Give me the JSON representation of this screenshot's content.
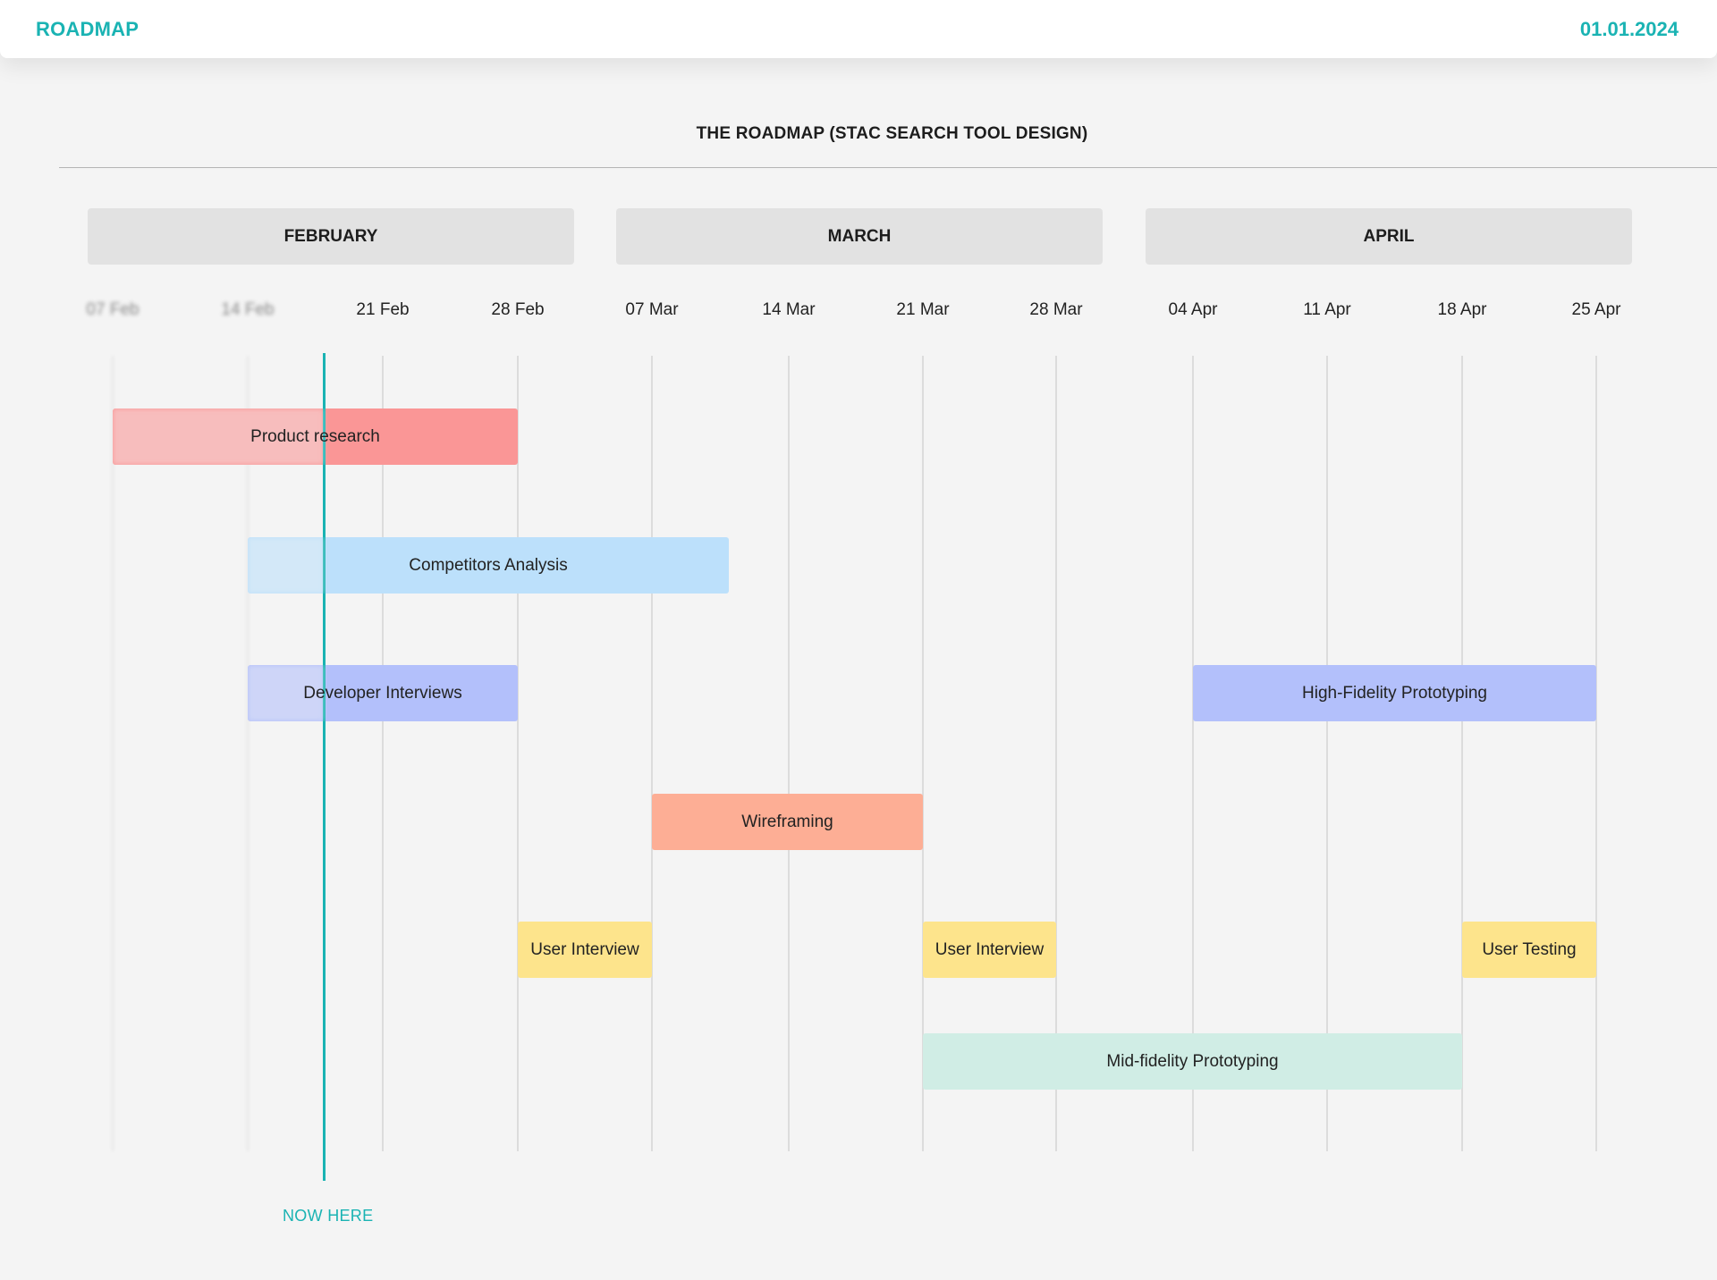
{
  "header": {
    "brand": "ROADMAP",
    "date": "01.01.2024"
  },
  "roadmap": {
    "title": "THE ROADMAP (STAC SEARCH TOOL DESIGN)",
    "months": [
      "FEBRUARY",
      "MARCH",
      "APRIL"
    ],
    "weeks": [
      "07 Feb",
      "14 Feb",
      "21 Feb",
      "28 Feb",
      "07 Mar",
      "14 Mar",
      "21 Mar",
      "28 Mar",
      "04 Apr",
      "11 Apr",
      "18 Apr",
      "25 Apr"
    ],
    "now_label": "NOW HERE",
    "tasks": [
      {
        "label": "Product research",
        "start": "07 Feb",
        "end": "28 Feb",
        "color": "#fa9696"
      },
      {
        "label": "Competitors Analysis",
        "start": "14 Feb",
        "end": "10 Mar",
        "color": "#bce0fb"
      },
      {
        "label": "Developer Interviews",
        "start": "14 Feb",
        "end": "28 Feb",
        "color": "#b3c0fb"
      },
      {
        "label": "High-Fidelity Prototyping",
        "start": "04 Apr",
        "end": "25 Apr",
        "color": "#b3c0fb"
      },
      {
        "label": "Wireframing",
        "start": "07 Mar",
        "end": "21 Mar",
        "color": "#fdae95"
      },
      {
        "label": "User Interview",
        "start": "28 Feb",
        "end": "07 Mar",
        "color": "#fde48c"
      },
      {
        "label": "User Interview",
        "start": "21 Mar",
        "end": "28 Mar",
        "color": "#fde48c"
      },
      {
        "label": "User Testing",
        "start": "18 Apr",
        "end": "25 Apr",
        "color": "#fde48c"
      },
      {
        "label": "Mid-fidelity Prototyping",
        "start": "21 Mar",
        "end": "18 Apr",
        "color": "#d0ede5"
      }
    ]
  }
}
